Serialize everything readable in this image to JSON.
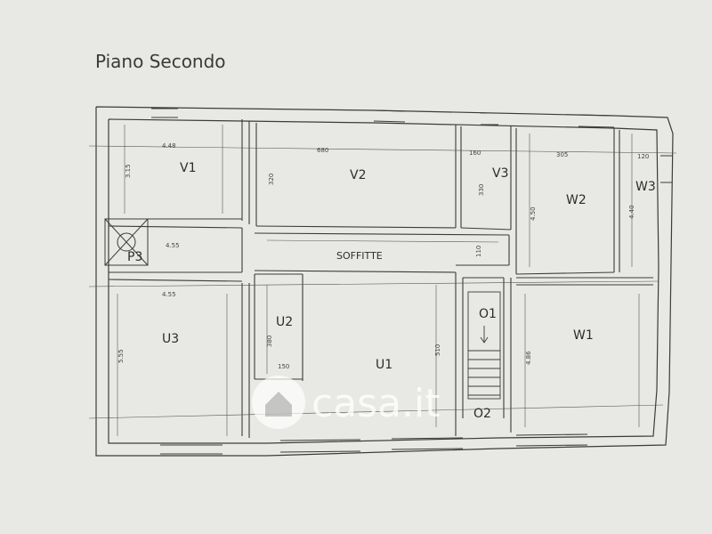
{
  "title": "Piano Secondo",
  "rooms": {
    "v1": "V1",
    "v2": "V2",
    "v3": "V3",
    "w1": "W1",
    "w2": "W2",
    "w3": "W3",
    "u1": "U1",
    "u2": "U2",
    "u3": "U3",
    "p3": "P3",
    "o1": "O1",
    "o2": "O2",
    "soffitte": "SOFFITTE"
  },
  "dimensions": {
    "v1_w": "4.48",
    "v1_h": "3.15",
    "v2_w": "680",
    "v2_h": "320",
    "v3_w": "160",
    "v3_h": "330",
    "w2_w": "305",
    "w2_h": "4.50",
    "w3_w": "120",
    "w3_h": "4.40",
    "p3_w": "4.55",
    "soff_h": "110",
    "u3_w": "4.55",
    "u3_h": "5.55",
    "u2_h": "380",
    "u2_w": "150",
    "u1_h": "510",
    "w1_h": "4.86"
  },
  "watermark": {
    "text": "casa.it",
    "icon": "house-icon"
  }
}
